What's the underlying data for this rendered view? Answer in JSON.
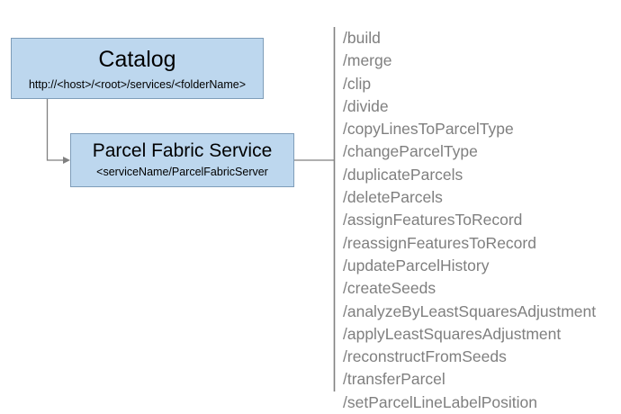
{
  "diagram": {
    "nodes": {
      "catalog": {
        "title": "Catalog",
        "subtitle": "http://<host>/<root>/services/<folderName>"
      },
      "service": {
        "title": "Parcel Fabric Service",
        "subtitle": "<serviceName/ParcelFabricServer"
      }
    },
    "operations": [
      "/build",
      "/merge",
      "/clip",
      "/divide",
      "/copyLinesToParcelType",
      "/changeParcelType",
      "/duplicateParcels",
      "/deleteParcels",
      "/assignFeaturesToRecord",
      "/reassignFeaturesToRecord",
      "/updateParcelHistory",
      "/createSeeds",
      "/analyzeByLeastSquaresAdjustment",
      "/applyLeastSquaresAdjustment",
      "/reconstructFromSeeds",
      "/transferParcel",
      "/setParcelLineLabelPosition"
    ],
    "colors": {
      "node_fill": "#bdd7ee",
      "node_border": "#7f9db9",
      "operation_text": "#7f7f7f",
      "connector": "#808080"
    }
  }
}
